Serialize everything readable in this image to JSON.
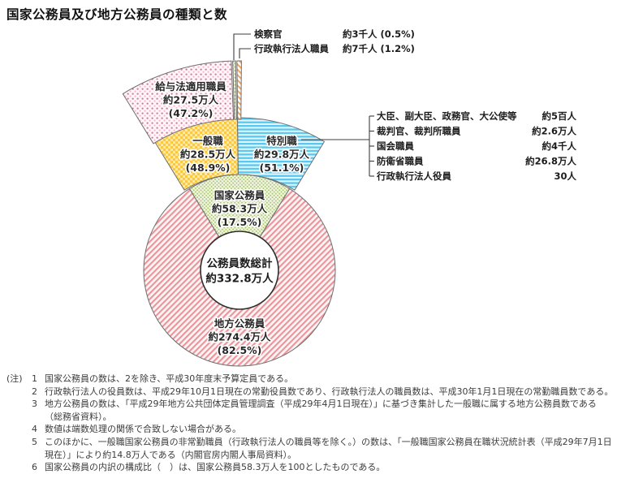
{
  "title": "国家公務員及び地方公務員の種類と数",
  "colors": {
    "outline": "#6f6f6f",
    "circle_stroke": "#2e2e2e",
    "line": "#3d3d3d",
    "text": "#262626",
    "pink_dot": "#f0689a",
    "pink_dot_light": "#f7b8cf",
    "pink_bg": "#fff6f9",
    "yellow": "#fbc843",
    "yellow_light": "#feeaa4",
    "green": "#a6c46a",
    "green_bg": "#f1f5e1",
    "blue": "#58c8ef",
    "blue_bg": "#e3f6fd",
    "red_hatch": "#eb949c",
    "red_bg": "#fdf4f4",
    "orange": "#efa45b",
    "orange_bg": "#ffffff"
  },
  "chart_data": {
    "type": "nested-pie",
    "total_label": {
      "line1": "公務員数総計",
      "line2": "約332.8万人"
    },
    "segments": [
      {
        "id": "local",
        "label": "地方公務員",
        "value": "約274.4万人",
        "percent": "(82.5%)",
        "share": 82.5,
        "level": 1,
        "pattern": "redHatch"
      },
      {
        "id": "national",
        "label": "国家公務員",
        "value": "約58.3万人",
        "percent": "(17.5%)",
        "share": 17.5,
        "level": 1,
        "pattern": "greenDots"
      },
      {
        "id": "regular",
        "label": "一般職",
        "value": "約28.5万人",
        "percent": "(48.9%)",
        "share": 48.9,
        "level": 2,
        "pattern": "yellowCheck"
      },
      {
        "id": "special",
        "label": "特別職",
        "value": "約29.8万人",
        "percent": "(51.1%)",
        "share": 51.1,
        "level": 2,
        "pattern": "blueStripes"
      },
      {
        "id": "salary_law",
        "label": "給与法適用職員",
        "value": "約27.5万人",
        "percent": "(47.2%)",
        "share": 47.2,
        "level": 3,
        "pattern": "pinkDots"
      },
      {
        "id": "prosecutors",
        "label": "検察官",
        "value": "約3千人",
        "percent": "(0.5%)",
        "share": 0.5,
        "level": 3,
        "pattern": "greenDots",
        "callout": true
      },
      {
        "id": "admin_staff",
        "label": "行政執行法人職員",
        "value": "約7千人",
        "percent": "(1.2%)",
        "share": 1.2,
        "level": 3,
        "pattern": "orangeHatch",
        "callout": true
      }
    ],
    "special_breakdown": [
      {
        "label": "大臣、副大臣、政務官、大公使等",
        "value": "約5百人"
      },
      {
        "label": "裁判官、裁判所職員",
        "value": "約2.6万人"
      },
      {
        "label": "国会職員",
        "value": "約4千人"
      },
      {
        "label": "防衛省職員",
        "value": "約26.8万人"
      },
      {
        "label": "行政執行法人役員",
        "value": "30人"
      }
    ]
  },
  "notes": {
    "prefix": "(注)",
    "items": [
      {
        "num": "1",
        "text": "国家公務員の数は、2を除き、平成30年度末予算定員である。"
      },
      {
        "num": "2",
        "text": "行政執行法人の役員数は、平成29年10月1日現在の常勤役員数であり、行政執行法人の職員数は、平成30年1月1日現在の常勤職員数である。"
      },
      {
        "num": "3",
        "text": "地方公務員の数は、「平成29年地方公共団体定員管理調査（平成29年4月1日現在）」に基づき集計した一般職に属する地方公務員数である（総務省資料）。"
      },
      {
        "num": "4",
        "text": "数値は端数処理の関係で合致しない場合がある。"
      },
      {
        "num": "5",
        "text": "このほかに、一般職国家公務員の非常勤職員（行政執行法人の職員等を除く。）の数は、「一般職国家公務員在職状況統計表（平成29年7月1日現在）」により約14.8万人である（内閣官房内閣人事局資料）。"
      },
      {
        "num": "6",
        "text": "国家公務員の内訳の構成比（　）は、国家公務員58.3万人を100としたものである。"
      }
    ]
  }
}
